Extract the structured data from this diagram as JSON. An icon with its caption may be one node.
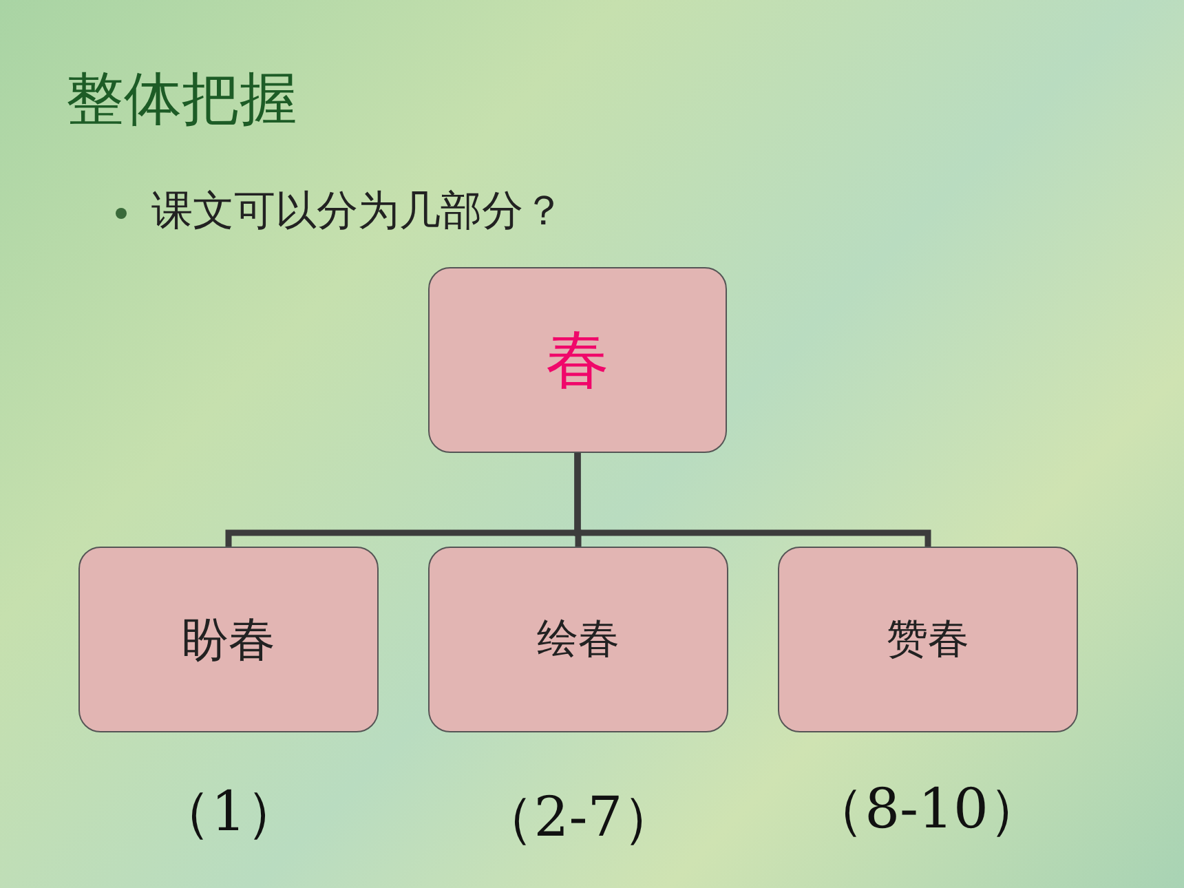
{
  "diagram": {
    "title": "整体把握",
    "nodes": [
      {
        "text": [
          "春"
        ]
      },
      {
        "text": [
          "盼春"
        ],
        "beside": [
          "（1）"
        ]
      },
      {
        "text": [
          "绘春"
        ],
        "beside": [
          "（2-7）"
        ]
      },
      {
        "text": [
          "赞春"
        ],
        "beside": [
          "（8-10）"
        ]
      }
    ],
    "edges": [
      {
        "from": 0,
        "to": 1,
        "arrow": "none"
      },
      {
        "from": 0,
        "to": 2,
        "arrow": "none"
      },
      {
        "from": 0,
        "to": 3,
        "arrow": "none"
      }
    ],
    "labels": [
      "课文可以分为几部分？"
    ]
  }
}
